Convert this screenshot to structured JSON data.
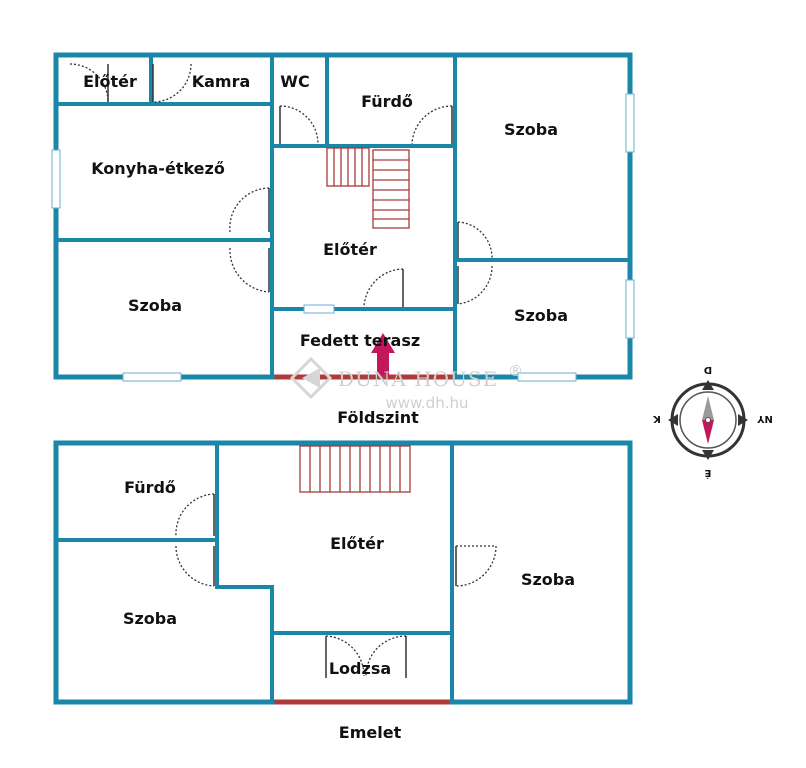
{
  "ground_floor": {
    "label": "Földszint",
    "rooms": {
      "eloter_small": "Előtér",
      "kamra": "Kamra",
      "wc": "WC",
      "furdo": "Fürdő",
      "szoba_top_right": "Szoba",
      "konyha": "Konyha-étkező",
      "eloter_center": "Előtér",
      "szoba_left": "Szoba",
      "szoba_right": "Szoba",
      "fedett_terasz": "Fedett terasz"
    }
  },
  "upper_floor": {
    "label": "Emelet",
    "rooms": {
      "furdo": "Fürdő",
      "eloter": "Előtér",
      "szoba_right": "Szoba",
      "szoba_left": "Szoba",
      "lodzsa": "Lodzsa"
    }
  },
  "watermark": {
    "brand": "DUNA HOUSE",
    "registered": "®",
    "url": "www.dh.hu"
  },
  "compass": {
    "north": "É",
    "south": "D",
    "east": "K",
    "west": "NY"
  },
  "colors": {
    "wall": "#1a87a8",
    "stair": "#a83a3a",
    "arrow": "#c2185b",
    "terrace_edge": "#b03a3a"
  }
}
